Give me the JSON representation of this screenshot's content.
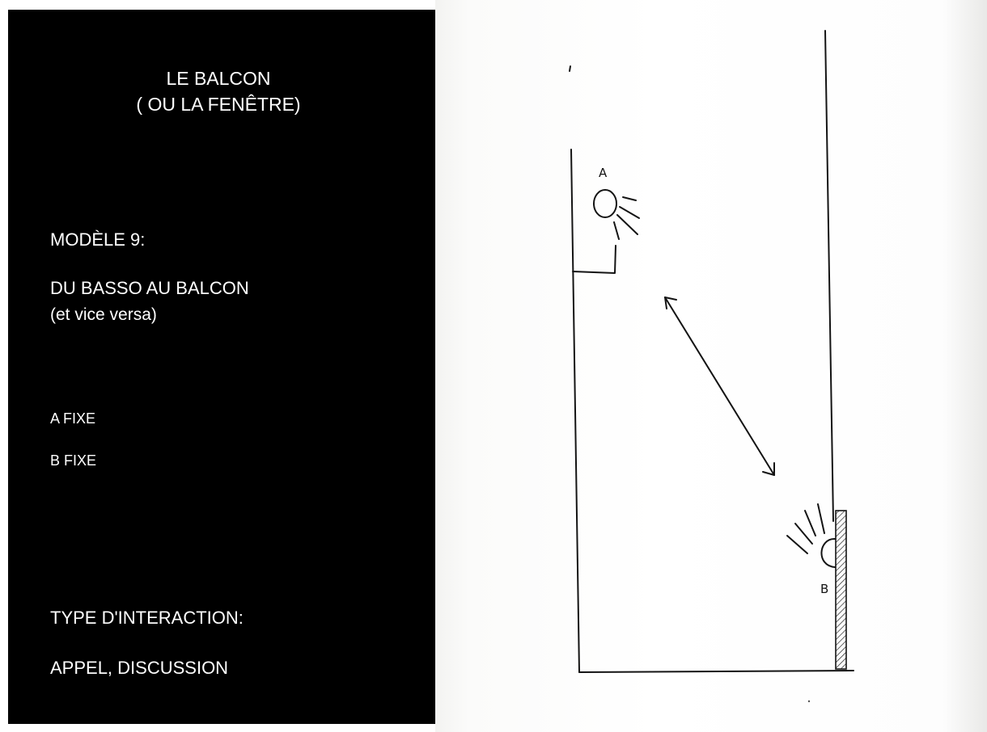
{
  "slide": {
    "title_line1": "LE BALCON",
    "title_line2": "( OU LA FENÊTRE)",
    "model_label": "MODÈLE 9:",
    "model_name": "DU BASSO AU BALCON",
    "model_subtitle": "(et vice versa)",
    "a_status": "A  FIXE",
    "b_status": "B  FIXE",
    "interaction_label": "TYPE D'INTERACTION:",
    "interaction_value": "APPEL, DISCUSSION"
  },
  "sketch": {
    "person_a_label": "A",
    "person_b_label": "B",
    "arrow": "bidirectional"
  },
  "colors": {
    "panel_background": "#000000",
    "panel_text": "#ffffff",
    "paper": "#ffffff",
    "ink": "#141414"
  }
}
